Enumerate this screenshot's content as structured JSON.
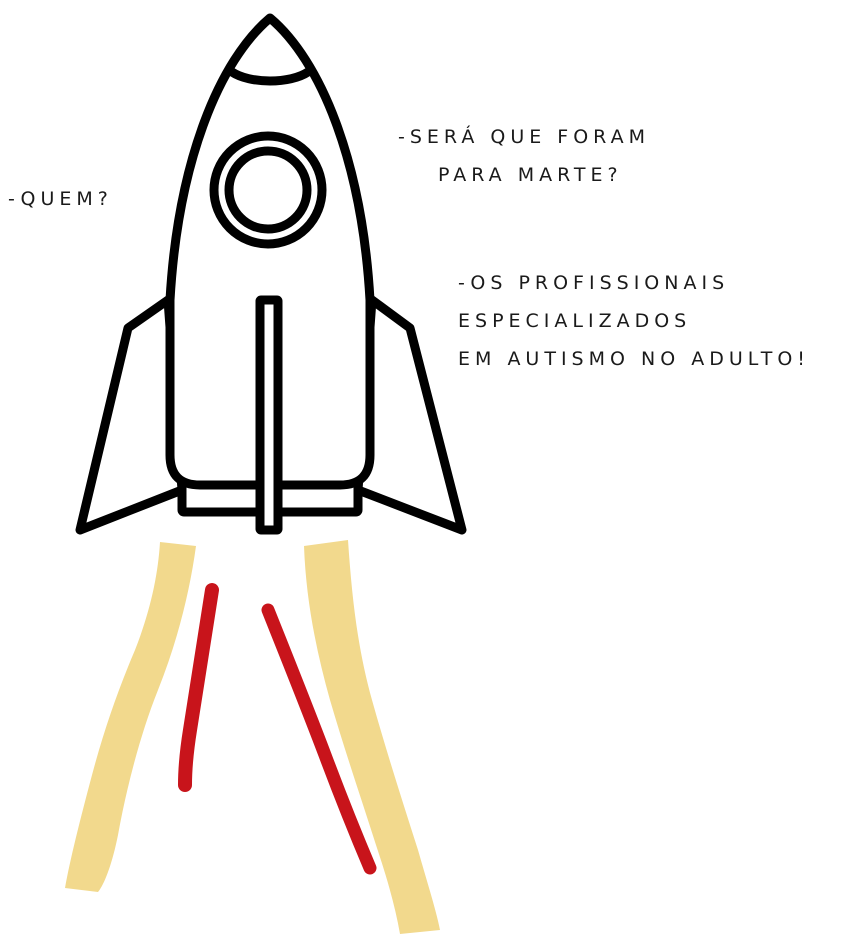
{
  "dialogue": {
    "question_who": "-QUEM?",
    "question_mars": {
      "line1": "-SERÁ QUE FORAM",
      "line2": "PARA MARTE?"
    },
    "answer": {
      "line1": "-OS PROFISSIONAIS",
      "line2": "ESPECIALIZADOS",
      "line3": "EM AUTISMO NO ADULTO!"
    }
  },
  "illustration": {
    "subject": "rocket-icon",
    "colors": {
      "outline": "#000000",
      "body_fill": "#ffffff",
      "exhaust_yellow": "#f2d98d",
      "exhaust_red": "#c8141b",
      "text": "#1a1a1a"
    }
  }
}
